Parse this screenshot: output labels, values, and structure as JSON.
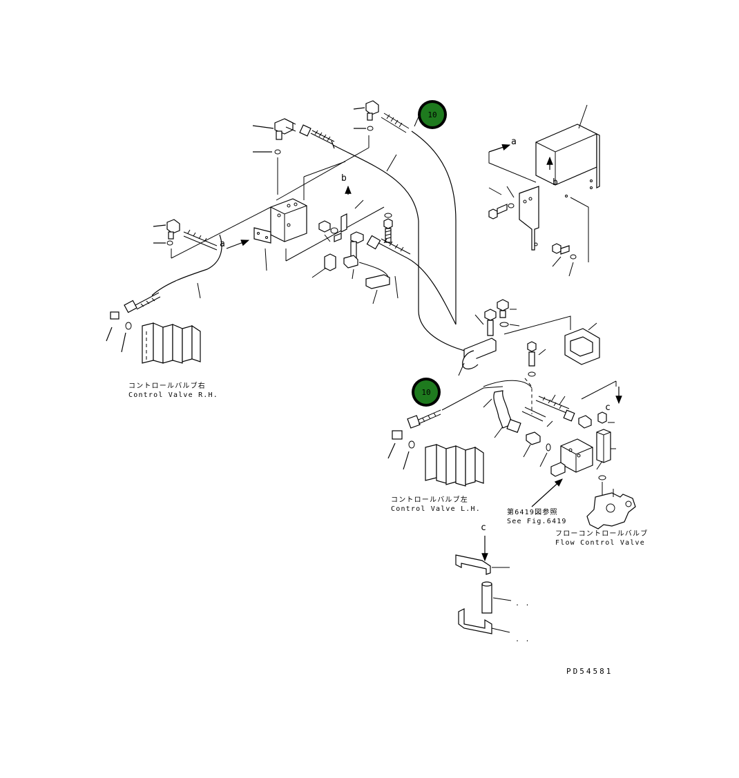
{
  "labels": {
    "control_valve_rh_jp": "コントロールバルブ右",
    "control_valve_rh_en": "Control Valve R.H.",
    "control_valve_lh_jp": "コントロールバルブ左",
    "control_valve_lh_en": "Control Valve L.H.",
    "see_fig_jp": "第6419図参照",
    "see_fig_en": "See Fig.6419",
    "flow_control_jp": "フローコントロールバルブ",
    "flow_control_en": "Flow Control Valve",
    "drawing_number": "PD54581"
  },
  "view_markers": {
    "a1": "a",
    "a2": "a",
    "b1": "b",
    "b2": "b",
    "c1": "c",
    "c2": "c"
  },
  "callouts": [
    {
      "number": "10",
      "color": "#1e7a1e"
    },
    {
      "number": "10",
      "color": "#1e7a1e"
    }
  ]
}
